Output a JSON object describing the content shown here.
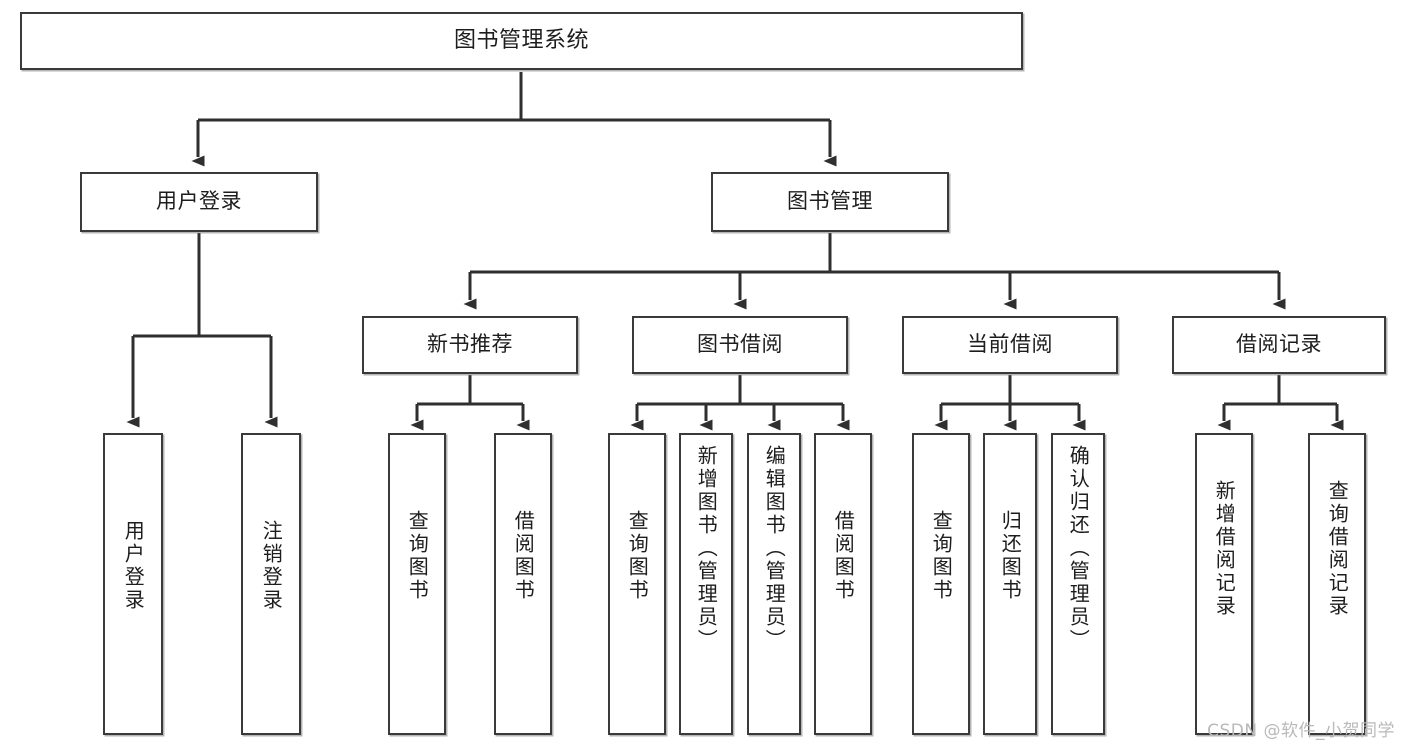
{
  "diagram": {
    "title": "图书管理系统",
    "watermark": "CSDN @软件_小贺同学",
    "colors": {
      "border": "#3a3a3a",
      "background": "#ffffff",
      "line": "#2f2f2f",
      "text": "#1d1d1d",
      "watermark": "#b9b9b9"
    },
    "levels": {
      "root": "图书管理系统",
      "level2": [
        "用户登录",
        "图书管理"
      ],
      "level3": [
        "新书推荐",
        "图书借阅",
        "当前借阅",
        "借阅记录"
      ],
      "level4": [
        "用户登录",
        "注销登录",
        "查询图书",
        "借阅图书",
        "查询图书",
        "新增图书（管理员）",
        "编辑图书（管理员）",
        "借阅图书",
        "查询图书",
        "归还图书",
        "确认归还（管理员）",
        "新增借阅记录",
        "查询借阅记录"
      ]
    },
    "nodes": {
      "root": {
        "label": "图书管理系统"
      },
      "user_login": {
        "label": "用户登录"
      },
      "book_manage": {
        "label": "图书管理"
      },
      "new_book_rec": {
        "label": "新书推荐"
      },
      "book_borrow": {
        "label": "图书借阅"
      },
      "current_borrow": {
        "label": "当前借阅"
      },
      "borrow_record": {
        "label": "借阅记录"
      },
      "leaf_user_login": {
        "label": "用户登录"
      },
      "leaf_logout": {
        "label": "注销登录"
      },
      "leaf_query_book_1": {
        "label": "查询图书"
      },
      "leaf_borrow_book_1": {
        "label": "借阅图书"
      },
      "leaf_query_book_2": {
        "label": "查询图书"
      },
      "leaf_add_book": {
        "label": "新增图书（管理员）"
      },
      "leaf_edit_book": {
        "label": "编辑图书（管理员）"
      },
      "leaf_borrow_book_2": {
        "label": "借阅图书"
      },
      "leaf_query_book_3": {
        "label": "查询图书"
      },
      "leaf_return_book": {
        "label": "归还图书"
      },
      "leaf_confirm_return": {
        "label": "确认归还（管理员）"
      },
      "leaf_add_record": {
        "label": "新增借阅记录"
      },
      "leaf_query_record": {
        "label": "查询借阅记录"
      }
    },
    "edges": [
      {
        "from": "root",
        "to": "user_login"
      },
      {
        "from": "root",
        "to": "book_manage"
      },
      {
        "from": "user_login",
        "to": "leaf_user_login"
      },
      {
        "from": "user_login",
        "to": "leaf_logout"
      },
      {
        "from": "book_manage",
        "to": "new_book_rec"
      },
      {
        "from": "book_manage",
        "to": "book_borrow"
      },
      {
        "from": "book_manage",
        "to": "current_borrow"
      },
      {
        "from": "book_manage",
        "to": "borrow_record"
      },
      {
        "from": "new_book_rec",
        "to": "leaf_query_book_1"
      },
      {
        "from": "new_book_rec",
        "to": "leaf_borrow_book_1"
      },
      {
        "from": "book_borrow",
        "to": "leaf_query_book_2"
      },
      {
        "from": "book_borrow",
        "to": "leaf_add_book"
      },
      {
        "from": "book_borrow",
        "to": "leaf_edit_book"
      },
      {
        "from": "book_borrow",
        "to": "leaf_borrow_book_2"
      },
      {
        "from": "current_borrow",
        "to": "leaf_query_book_3"
      },
      {
        "from": "current_borrow",
        "to": "leaf_return_book"
      },
      {
        "from": "current_borrow",
        "to": "leaf_confirm_return"
      },
      {
        "from": "borrow_record",
        "to": "leaf_add_record"
      },
      {
        "from": "borrow_record",
        "to": "leaf_query_record"
      }
    ]
  }
}
